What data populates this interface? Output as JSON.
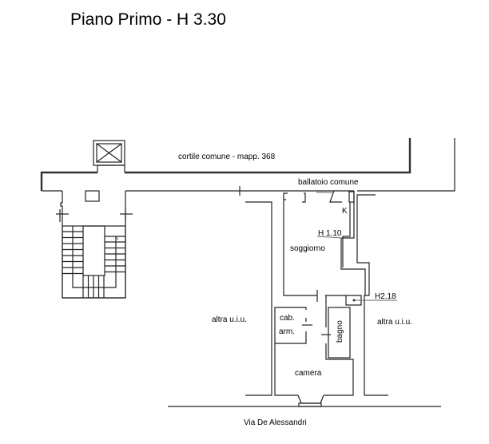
{
  "title": "Piano Primo - H 3.30",
  "labels": {
    "cortile": "cortile comune - mapp. 368",
    "ballatoio": "ballatoio comune",
    "kitchen": "K",
    "h110": "H 1.10",
    "soggiorno": "soggiorno",
    "h218": "H2.18",
    "altra_left": "altra u.i.u.",
    "altra_right": "altra u.i.u.",
    "cab": "cab.",
    "arm": "arm.",
    "bagno": "bagno",
    "camera": "camera",
    "street": "Via De Alessandri"
  }
}
